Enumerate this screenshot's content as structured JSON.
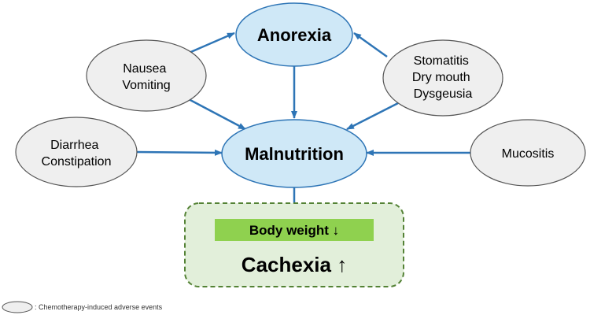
{
  "colors": {
    "center_fill": "#cfe8f7",
    "center_stroke": "#2e75b6",
    "ae_fill": "#efefef",
    "ae_stroke": "#555555",
    "arrow": "#2e75b6",
    "outcome_fill": "#e2efda",
    "outcome_stroke": "#548235",
    "body_weight_fill": "#8fd14f"
  },
  "nodes": {
    "anorexia": "Anorexia",
    "malnutrition": "Malnutrition",
    "nausea": [
      "Nausea",
      "Vomiting"
    ],
    "stomatitis": [
      "Stomatitis",
      "Dry mouth",
      "Dysgeusia"
    ],
    "diarrhea": [
      "Diarrhea",
      "Constipation"
    ],
    "mucositis": "Mucositis"
  },
  "outcome": {
    "body_weight": "Body weight ↓",
    "cachexia": "Cachexia ↑"
  },
  "legend": {
    "text": ": Chemotherapy-induced  adverse events"
  }
}
